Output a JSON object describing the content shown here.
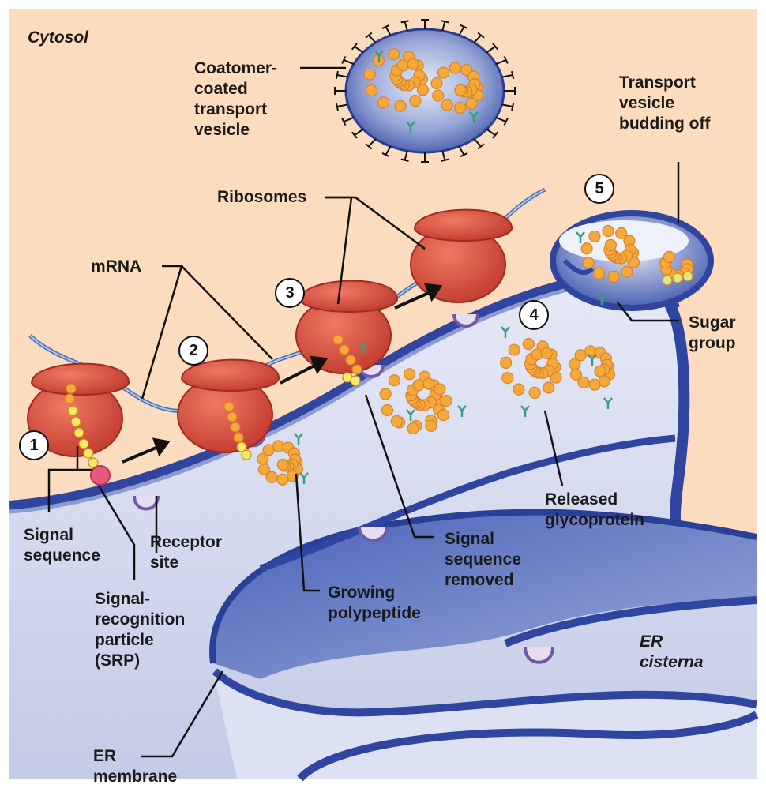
{
  "labels": {
    "cytosol": "Cytosol",
    "vesicle": "Coatomer-\ncoated\ntransport\nvesicle",
    "budding": "Transport\nvesicle\nbudding off",
    "ribosomes": "Ribosomes",
    "mrna": "mRNA",
    "sugar": "Sugar\ngroup",
    "signal_sequence": "Signal\nsequence",
    "receptor": "Receptor\nsite",
    "srp": "Signal-\nrecognition\nparticle\n(SRP)",
    "growing": "Growing\npolypeptide",
    "removed": "Signal\nsequence\nremoved",
    "released": "Released\nglycoprotein",
    "cisterna": "ER\ncisterna",
    "membrane": "ER\nmembrane"
  },
  "steps": [
    "1",
    "2",
    "3",
    "4",
    "5"
  ],
  "colors": {
    "cytosol": "#fbdcbf",
    "lumen": "#d3d9ee",
    "membrane_dark": "#2f45a0",
    "ribosome": "#d8473b",
    "polypeptide": "#f5a93a",
    "signal": "#f2ec63",
    "srp": "#e85a7a",
    "sugar": "#3a9e7a"
  }
}
